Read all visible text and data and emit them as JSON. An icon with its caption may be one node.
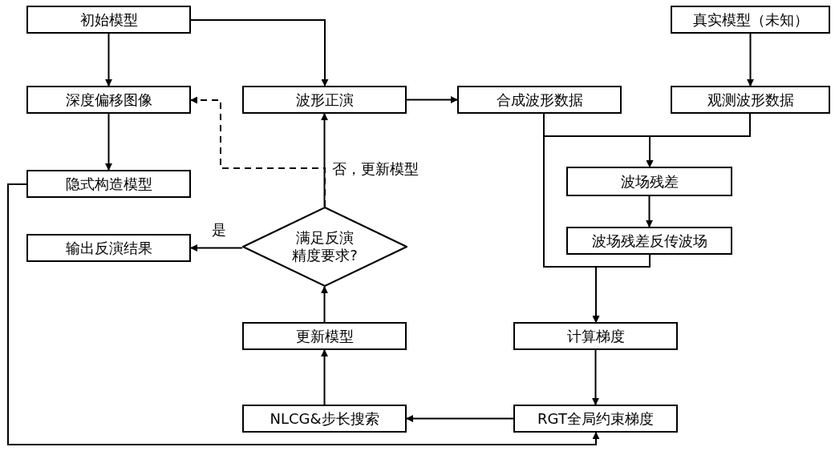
{
  "diagram": {
    "nodes": [
      {
        "text": [
          "初始模型"
        ]
      },
      {
        "text": [
          "真实模型（未知）"
        ]
      },
      {
        "text": [
          "深度偏移图像"
        ]
      },
      {
        "text": [
          "波形正演"
        ]
      },
      {
        "text": [
          "合成波形数据"
        ]
      },
      {
        "text": [
          "观测波形数据"
        ]
      },
      {
        "text": [
          "隐式构造模型"
        ]
      },
      {
        "text": [
          "波场残差"
        ]
      },
      {
        "text": [
          "输出反演结果"
        ]
      },
      {
        "text": [
          "满足反演精度要求?"
        ]
      },
      {
        "text": [
          "波场残差反传波场"
        ]
      },
      {
        "text": [
          "更新模型"
        ]
      },
      {
        "text": [
          "计算梯度"
        ]
      },
      {
        "text": [
          "NLCG&步长搜索"
        ]
      },
      {
        "text": [
          "RGT全局约束梯度"
        ]
      }
    ],
    "edges": [
      {
        "from": 0,
        "to": 2,
        "arrow": "to"
      },
      {
        "from": 0,
        "to": 3,
        "arrow": "to"
      },
      {
        "from": 1,
        "to": 5,
        "arrow": "to"
      },
      {
        "from": 3,
        "to": 4,
        "arrow": "to"
      },
      {
        "from": 2,
        "to": 6,
        "arrow": "to"
      },
      {
        "from": 4,
        "to": 7,
        "arrow": "to"
      },
      {
        "from": 5,
        "to": 7,
        "arrow": "to"
      },
      {
        "from": 7,
        "to": 10,
        "arrow": "to"
      },
      {
        "from": 4,
        "to": 12,
        "arrow": "to"
      },
      {
        "from": 10,
        "to": 12,
        "arrow": "to"
      },
      {
        "from": 12,
        "to": 14,
        "arrow": "to"
      },
      {
        "from": 14,
        "to": 13,
        "arrow": "to"
      },
      {
        "from": 13,
        "to": 11,
        "arrow": "to"
      },
      {
        "from": 11,
        "to": 9,
        "arrow": "to"
      },
      {
        "from": 9,
        "to": 8,
        "arrow": "to",
        "label": "是"
      },
      {
        "from": 9,
        "to": 3,
        "arrow": "to",
        "label": "否，更新模型"
      },
      {
        "from": 9,
        "to": 2,
        "arrow": "to",
        "style": "dashed"
      },
      {
        "from": 6,
        "to": 14,
        "arrow": "to"
      }
    ]
  }
}
